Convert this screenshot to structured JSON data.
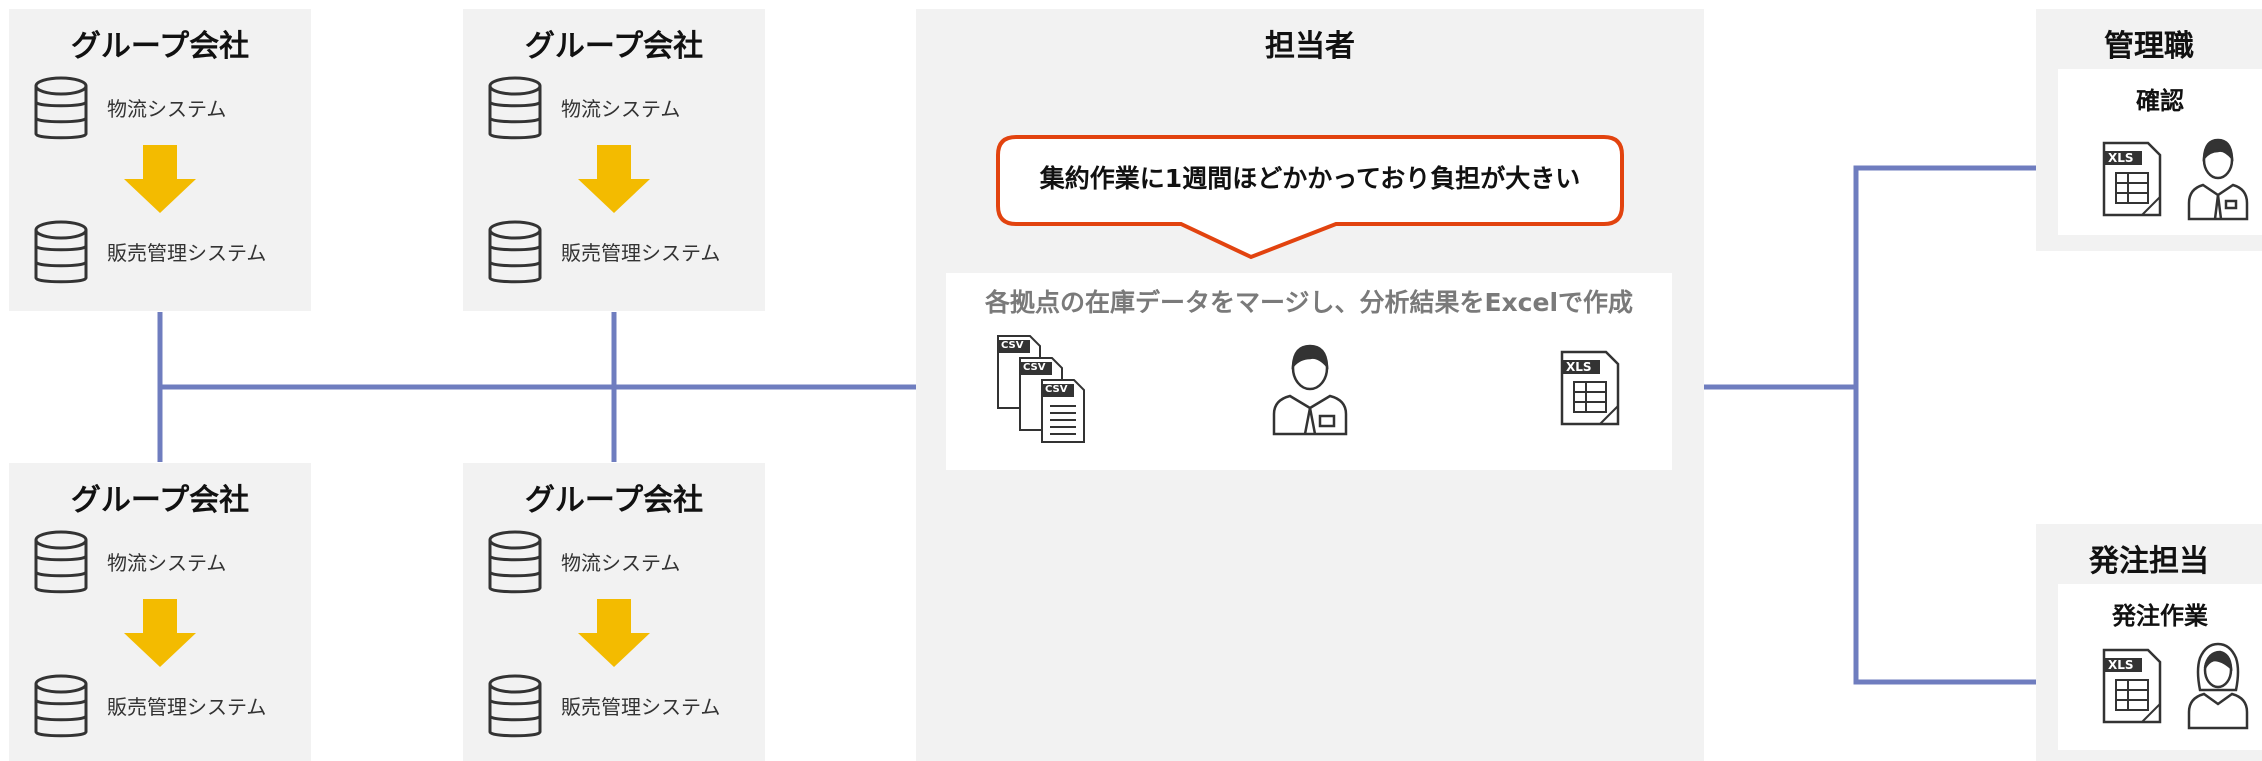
{
  "companies": [
    {
      "title": "グループ会社",
      "sys1": "物流システム",
      "sys2": "販売管理システム"
    },
    {
      "title": "グループ会社",
      "sys1": "物流システム",
      "sys2": "販売管理システム"
    },
    {
      "title": "グループ会社",
      "sys1": "物流システム",
      "sys2": "販売管理システム"
    },
    {
      "title": "グループ会社",
      "sys1": "物流システム",
      "sys2": "販売管理システム"
    }
  ],
  "tantosha": {
    "title": "担当者",
    "callout": "集約作業に1週間ほどかかっており負担が大きい",
    "caption": "各拠点の在庫データをマージし、分析結果をExcelで作成",
    "csv_label": "CSV",
    "xls_label": "XLS"
  },
  "kanrishoku": {
    "title": "管理職",
    "task": "確認",
    "xls_label": "XLS"
  },
  "hatchu": {
    "title": "発注担当",
    "task": "発注作業",
    "xls_label": "XLS"
  },
  "colors": {
    "panel": "#f2f2f2",
    "line": "#6f7dbf",
    "arrow_down": "#f3bb00",
    "callout_border": "#e2430f"
  },
  "icons": [
    "database-icon",
    "down-arrow-icon",
    "csv-file-icon",
    "male-worker-icon",
    "xls-file-icon",
    "female-worker-icon"
  ]
}
